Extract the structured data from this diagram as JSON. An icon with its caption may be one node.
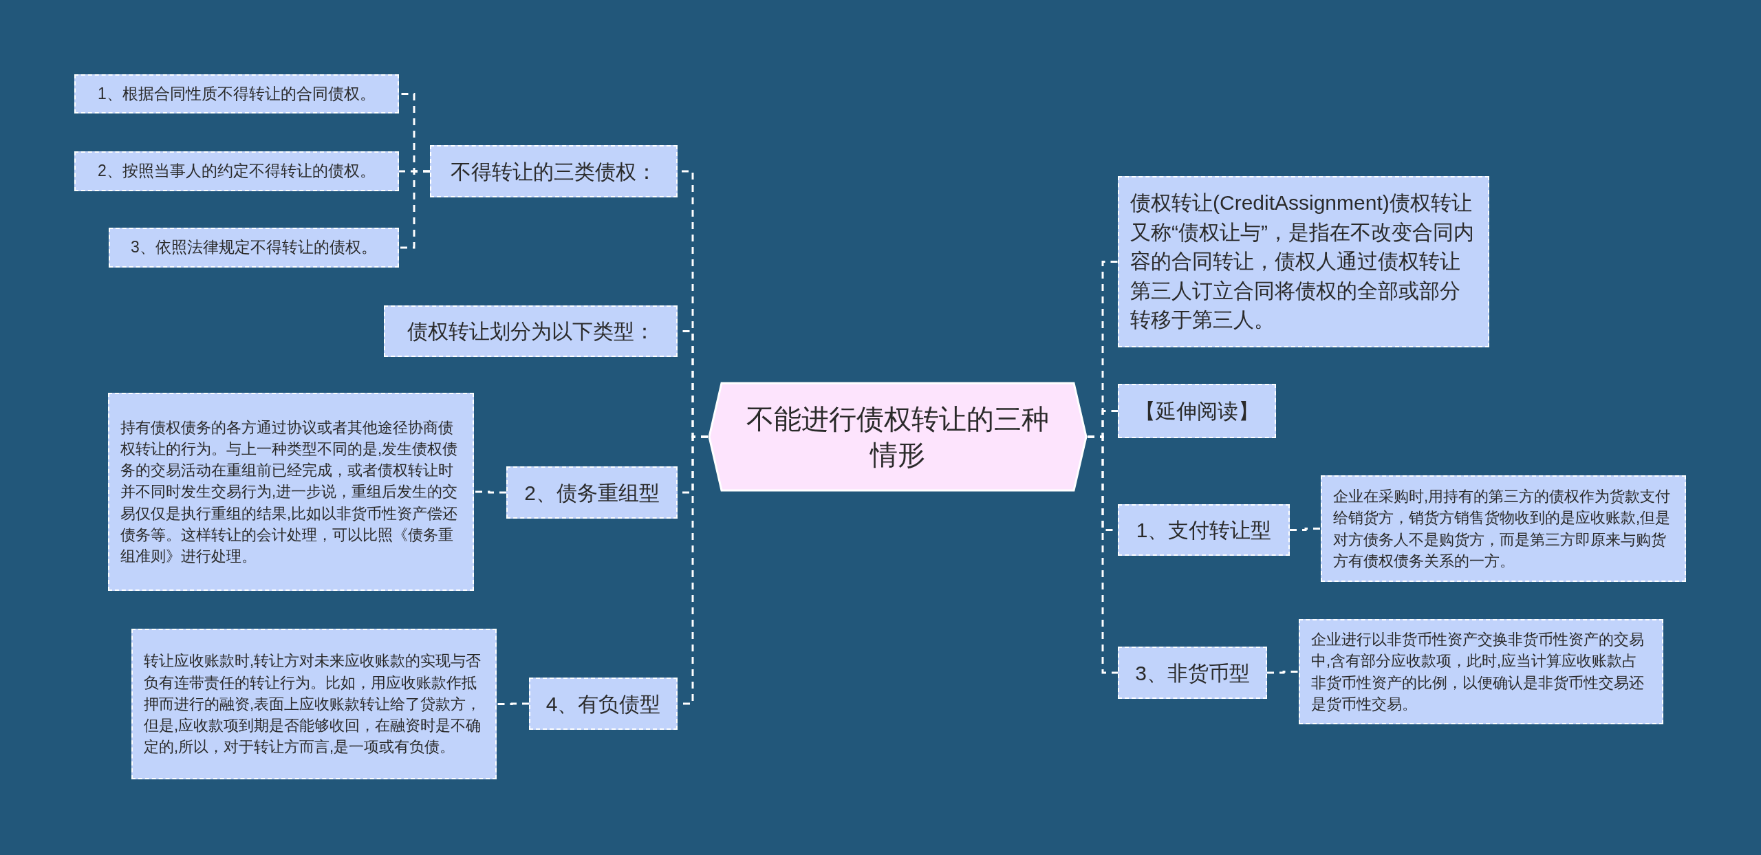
{
  "diagram": {
    "nodes": [
      {
        "text": [
          "不能进行债权转让的三种情形"
        ]
      },
      {
        "text": [
          "不得转让的三类债权："
        ]
      },
      {
        "text": [
          "1、根据合同性质不得转让的合同债权。"
        ]
      },
      {
        "text": [
          "2、按照当事人的约定不得转让的债权。"
        ]
      },
      {
        "text": [
          "3、依照法律规定不得转让的债权。"
        ]
      },
      {
        "text": [
          "债权转让划分为以下类型："
        ]
      },
      {
        "text": [
          "2、债务重组型"
        ]
      },
      {
        "text": [
          "持有债权债务的各方通过协议或者其他途径协商债权转让的行为。与上一种类型不同的是,发生债权债务的交易活动在重组前已经完成，或者债权转让时并不同时发生交易行为,进一步说，重组后发生的交易仅仅是执行重组的结果,比如以非货币性资产偿还债务等。这样转让的会计处理，可以比照《债务重组准则》进行处理。"
        ]
      },
      {
        "text": [
          "4、有负债型"
        ]
      },
      {
        "text": [
          "转让应收账款时,转让方对未来应收账款的实现与否负有连带责任的转让行为。比如，用应收账款作抵押而进行的融资,表面上应收账款转让给了贷款方，但是,应收款项到期是否能够收回，在融资时是不确定的,所以，对于转让方而言,是一项或有负债。"
        ]
      },
      {
        "text": [
          "债权转让(CreditAssignment)债权转让又称“债权让与”，是指在不改变合同内容的合同转让，债权人通过债权转让第三人订立合同将债权的全部或部分转移于第三人。"
        ]
      },
      {
        "text": [
          "【延伸阅读】"
        ]
      },
      {
        "text": [
          "1、支付转让型"
        ]
      },
      {
        "text": [
          "企业在采购时,用持有的第三方的债权作为货款支付给销货方，销货方销售货物收到的是应收账款,但是对方债务人不是购货方，而是第三方即原来与购货方有债权债务关系的一方。"
        ]
      },
      {
        "text": [
          "3、非货币型"
        ]
      },
      {
        "text": [
          "企业进行以非货币性资产交换非货币性资产的交易中,含有部分应收款项，此时,应当计算应收账款占非货币性资产的比例，以便确认是非货币性交易还是货币性交易。"
        ]
      }
    ],
    "edges": [
      {
        "from": 0,
        "to": 1,
        "arrow": "none",
        "style": "dashed"
      },
      {
        "from": 0,
        "to": 5,
        "arrow": "none",
        "style": "dashed"
      },
      {
        "from": 0,
        "to": 6,
        "arrow": "none",
        "style": "dashed"
      },
      {
        "from": 0,
        "to": 8,
        "arrow": "none",
        "style": "dashed"
      },
      {
        "from": 1,
        "to": 2,
        "arrow": "none",
        "style": "dashed"
      },
      {
        "from": 1,
        "to": 3,
        "arrow": "none",
        "style": "dashed"
      },
      {
        "from": 1,
        "to": 4,
        "arrow": "none",
        "style": "dashed"
      },
      {
        "from": 6,
        "to": 7,
        "arrow": "none",
        "style": "dashed"
      },
      {
        "from": 8,
        "to": 9,
        "arrow": "none",
        "style": "dashed"
      },
      {
        "from": 0,
        "to": 10,
        "arrow": "none",
        "style": "dashed"
      },
      {
        "from": 0,
        "to": 11,
        "arrow": "none",
        "style": "dashed"
      },
      {
        "from": 0,
        "to": 12,
        "arrow": "none",
        "style": "dashed"
      },
      {
        "from": 0,
        "to": 14,
        "arrow": "none",
        "style": "dashed"
      },
      {
        "from": 12,
        "to": 13,
        "arrow": "none",
        "style": "dashed"
      },
      {
        "from": 14,
        "to": 15,
        "arrow": "none",
        "style": "dashed"
      }
    ]
  }
}
